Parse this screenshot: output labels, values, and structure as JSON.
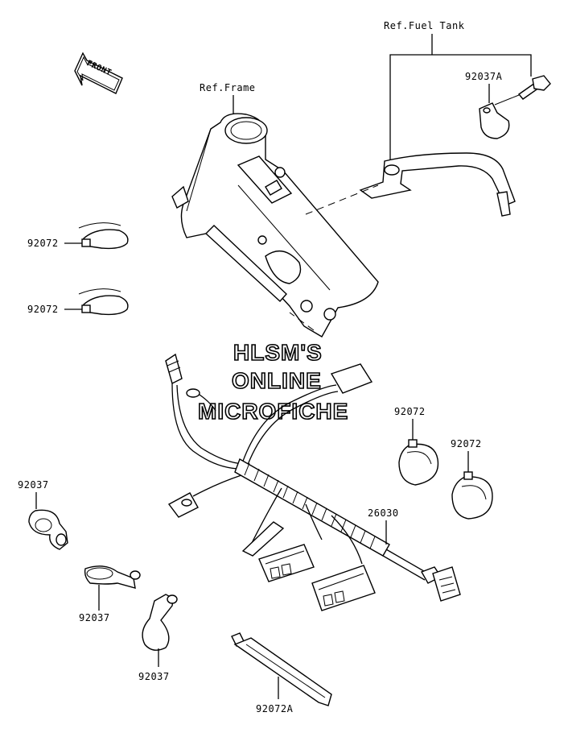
{
  "refs": {
    "fuel_tank": "Ref.Fuel Tank",
    "frame": "Ref.Frame"
  },
  "front_indicator": {
    "label": "FRONT",
    "icon": "front-arrow-icon"
  },
  "parts": {
    "p92037A": "92037A",
    "p92072_a": "92072",
    "p92072_b": "92072",
    "p92072_c": "92072",
    "p92072_d": "92072",
    "p92037_a": "92037",
    "p92037_b": "92037",
    "p92037_c": "92037",
    "p26030": "26030",
    "p92072A": "92072A"
  },
  "watermark": {
    "line1": "HLSM'S",
    "line2": "ONLINE",
    "line3": "MICROFICHE"
  }
}
